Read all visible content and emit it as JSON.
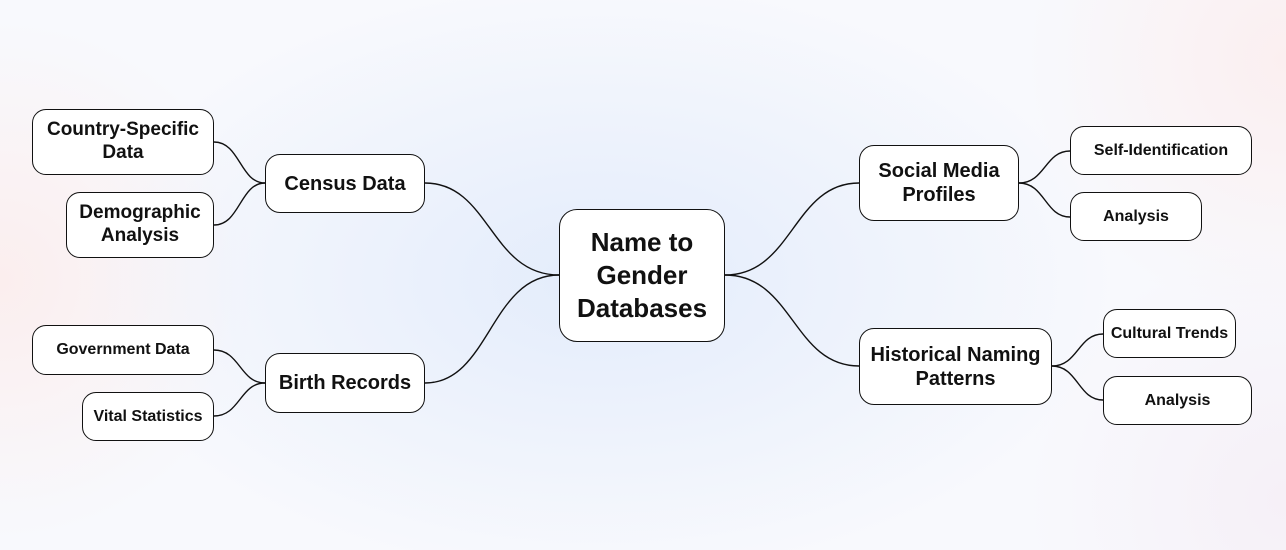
{
  "mindmap": {
    "root": "Name to Gender Databases",
    "census": {
      "label": "Census Data",
      "children": [
        "Country-Specific Data",
        "Demographic Analysis"
      ]
    },
    "birth": {
      "label": "Birth Records",
      "children": [
        "Government Data",
        "Vital Statistics"
      ]
    },
    "social": {
      "label": "Social Media Profiles",
      "children": [
        "Self-Identification",
        "Analysis"
      ]
    },
    "historical": {
      "label": "Historical Naming Patterns",
      "children": [
        "Cultural Trends",
        "Analysis"
      ]
    }
  }
}
